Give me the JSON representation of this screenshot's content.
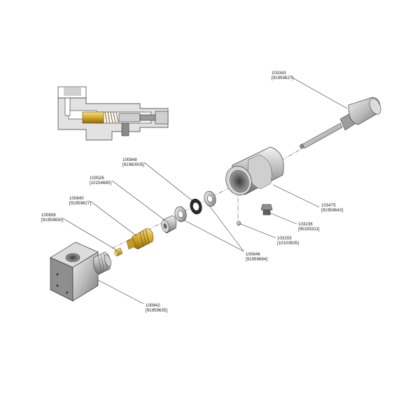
{
  "colors": {
    "steel_light": "#e6e6e6",
    "steel_mid": "#b9b9b9",
    "steel_dark": "#6e6e6e",
    "brass": "#d8b23a",
    "brass_dark": "#9a7a16",
    "line": "#333333"
  },
  "callouts": [
    {
      "id": "103343",
      "part": "103343",
      "ref": "[91959627]"
    },
    {
      "id": "100848",
      "part": "100848",
      "ref": "[91960005]"
    },
    {
      "id": "103526",
      "part": "103526",
      "ref": "[10154680]"
    },
    {
      "id": "100840",
      "part": "100840",
      "ref": "[91959627]"
    },
    {
      "id": "100808",
      "part": "100808",
      "ref": "[91959650]"
    },
    {
      "id": "103475",
      "part": "103475",
      "ref": "[91959643]"
    },
    {
      "id": "103236",
      "part": "103236",
      "ref": "[95335311]"
    },
    {
      "id": "103155",
      "part": "103155",
      "ref": "[10103505]"
    },
    {
      "id": "100846",
      "part": "100846",
      "ref": "[91959684]"
    },
    {
      "id": "100842",
      "part": "100842",
      "ref": "[91959635]"
    }
  ]
}
